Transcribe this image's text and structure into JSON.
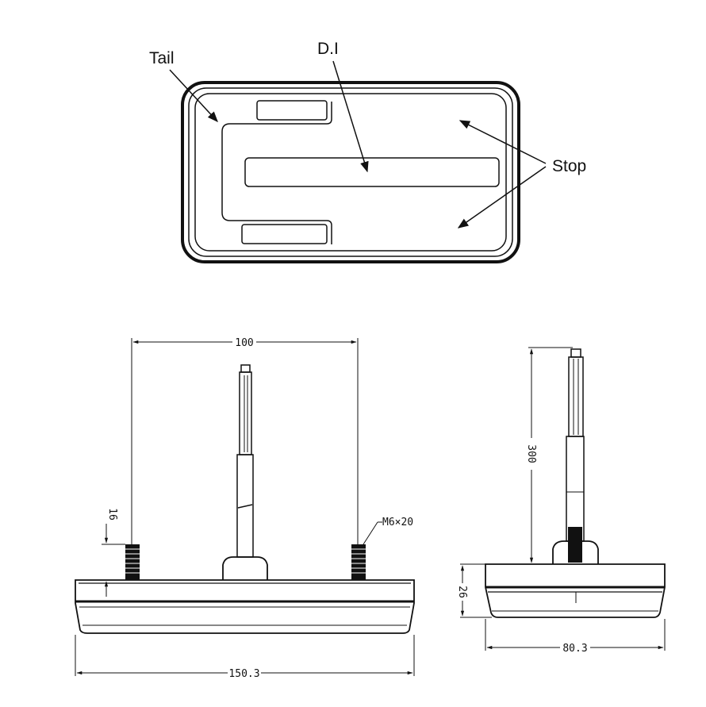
{
  "callouts": {
    "tail": "Tail",
    "di": "D.I",
    "stop": "Stop"
  },
  "dimensions": {
    "bolt_spacing": "100",
    "bolt_protrusion": "16",
    "thread": "M6×20",
    "cable_length": "300",
    "body_height": "26",
    "overall_width": "150.3",
    "overall_depth": "80.3"
  }
}
